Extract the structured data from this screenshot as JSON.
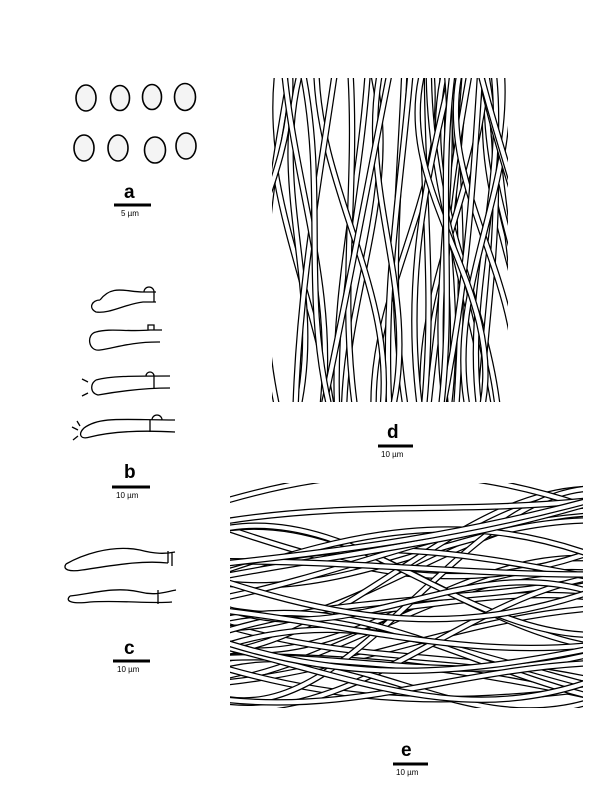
{
  "panels": [
    {
      "id": "a",
      "label": "a",
      "scale": "5 µm",
      "content": "spores"
    },
    {
      "id": "b",
      "label": "b",
      "scale": "10 µm",
      "content": "basidia"
    },
    {
      "id": "c",
      "label": "c",
      "scale": "10 µm",
      "content": "cystidia"
    },
    {
      "id": "d",
      "label": "d",
      "scale": "10 µm",
      "content": "hyphae"
    },
    {
      "id": "e",
      "label": "e",
      "scale": "10 µm",
      "content": "hyphae"
    }
  ],
  "colors": {
    "ink": "#000000",
    "background": "#ffffff"
  }
}
